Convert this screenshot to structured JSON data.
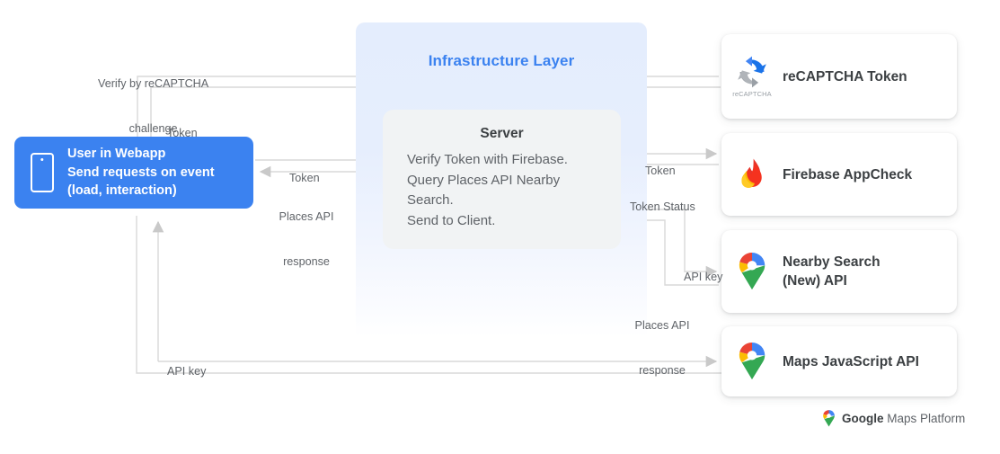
{
  "infrastructure": {
    "title": "Infrastructure Layer",
    "accent_color": "#3b82f0",
    "bg_top": "#e4edfd",
    "bg_bottom": "#ffffff"
  },
  "server": {
    "title": "Server",
    "lines": [
      "Verify Token with Firebase.",
      "Query Places API Nearby",
      "Search.",
      "Send to Client."
    ],
    "bg_color": "#f1f3f4"
  },
  "webapp": {
    "icon": "mobile-phone-icon",
    "bg_color": "#3b82f0",
    "lines": [
      "User in Webapp",
      "Send requests on event",
      "(load, interaction)"
    ]
  },
  "services": [
    {
      "id": "recaptcha-token",
      "icon": "recaptcha-icon",
      "icon_caption": "reCAPTCHA",
      "lines": [
        "reCAPTCHA Token"
      ]
    },
    {
      "id": "firebase-appcheck",
      "icon": "firebase-flame-icon",
      "icon_caption": "",
      "lines": [
        "Firebase AppCheck"
      ]
    },
    {
      "id": "nearby-search-api",
      "icon": "google-maps-pin-icon",
      "icon_caption": "",
      "lines": [
        "Nearby Search",
        "(New) API"
      ]
    },
    {
      "id": "maps-javascript-api",
      "icon": "google-maps-pin-icon",
      "icon_caption": "",
      "lines": [
        "Maps JavaScript API"
      ]
    }
  ],
  "connector_labels": [
    {
      "id": "verify-recaptcha-challenge",
      "lines": [
        "Verify by reCAPTCHA",
        "challenge"
      ]
    },
    {
      "id": "token-to-webapp",
      "lines": [
        "Token"
      ]
    },
    {
      "id": "token-to-server",
      "lines": [
        "Token"
      ]
    },
    {
      "id": "places-api-response-left",
      "lines": [
        "Places API",
        "response"
      ]
    },
    {
      "id": "api-key-bottom-left",
      "lines": [
        "API key"
      ]
    },
    {
      "id": "token-to-firebase",
      "lines": [
        "Token"
      ]
    },
    {
      "id": "token-status",
      "lines": [
        "Token Status"
      ]
    },
    {
      "id": "api-key-right",
      "lines": [
        "API key"
      ]
    },
    {
      "id": "places-api-response-right",
      "lines": [
        "Places API",
        "response"
      ]
    }
  ],
  "footer": {
    "brand_bold": "Google",
    "brand_light": " Maps Platform",
    "icon": "google-maps-pin-icon"
  },
  "wire_color": "#d2d2d2",
  "arrow_color": "#c4c4c4"
}
